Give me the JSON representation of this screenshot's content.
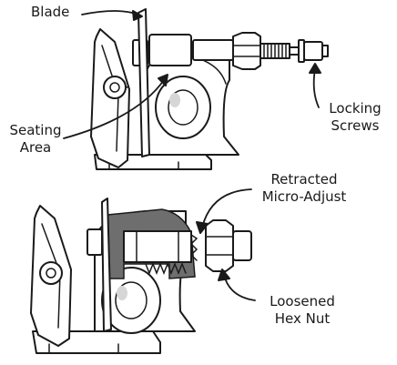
{
  "top_figure": {
    "labels": {
      "blade": "Blade",
      "seating_area_line1": "Seating",
      "seating_area_line2": "Area",
      "locking_screws_line1": "Locking",
      "locking_screws_line2": "Screws"
    }
  },
  "bottom_figure": {
    "labels": {
      "retracted_line1": "Retracted",
      "retracted_line2": "Micro-Adjust",
      "loosened_line1": "Loosened",
      "loosened_line2": "Hex Nut"
    }
  },
  "colors": {
    "ink": "#1a1a1a",
    "section_fill": "#6e6e6e",
    "shading": "#d6d6d6"
  }
}
